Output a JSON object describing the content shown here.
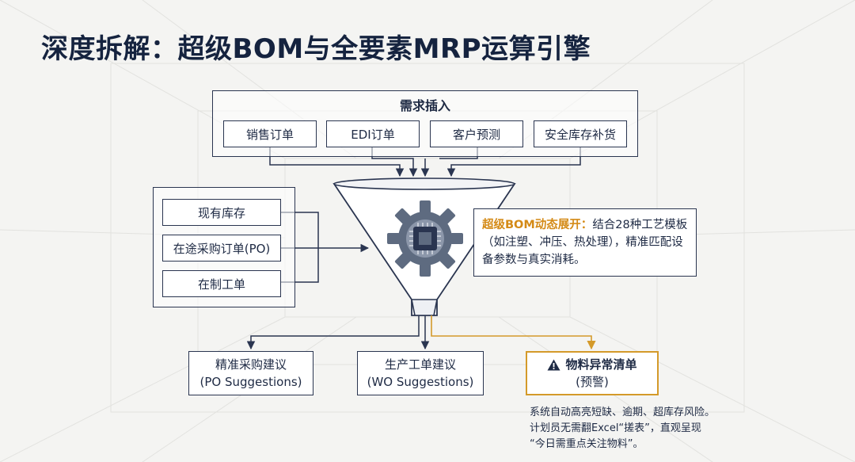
{
  "title": "深度拆解：超级BOM与全要素MRP运算引擎",
  "demand": {
    "title": "需求插入",
    "items": [
      "销售订单",
      "EDI订单",
      "客户预测",
      "安全库存补货"
    ]
  },
  "supply": {
    "items": [
      "现有库存",
      "在途采购订单(PO)",
      "在制工单"
    ]
  },
  "engine": {
    "highlight": "超级BOM动态展开：",
    "text": "结合28种工艺模板（如注塑、冲压、热处理），精准匹配设备参数与真实消耗。"
  },
  "outputs": {
    "po": {
      "line1": "精准采购建议",
      "line2": "(PO Suggestions)"
    },
    "wo": {
      "line1": "生产工单建议",
      "line2": "(WO Suggestions)"
    },
    "alert": {
      "line1": "物料异常清单",
      "line2": "(预警)"
    }
  },
  "note": {
    "lines": [
      "系统自动高亮短缺、逾期、超库存风险。",
      "计划员无需翻Excel“搓表”，直观呈现",
      "“今日需重点关注物料”。"
    ]
  },
  "colors": {
    "accent": "#d48a16",
    "navy": "#15233f",
    "alert_border": "#d49a2a"
  }
}
